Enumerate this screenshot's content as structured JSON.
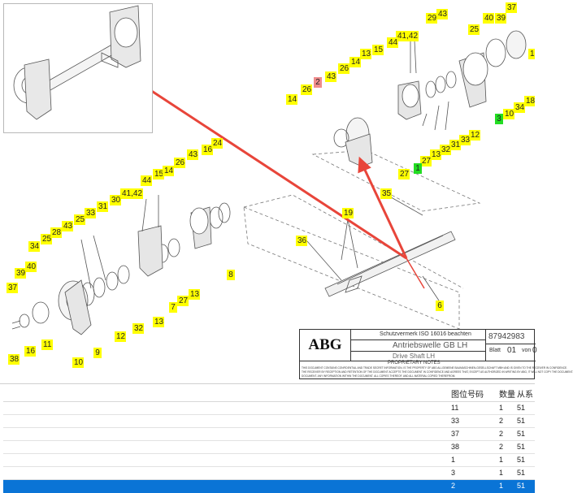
{
  "inset": {},
  "callouts": [
    {
      "id": "c-37-top",
      "label": "37",
      "tone": "yellow"
    },
    {
      "id": "c-40-top",
      "label": "40",
      "tone": "yellow"
    },
    {
      "id": "c-39-top",
      "label": "39",
      "tone": "yellow"
    },
    {
      "id": "c-25-top",
      "label": "25",
      "tone": "yellow"
    },
    {
      "id": "c-29-top",
      "label": "29",
      "tone": "yellow"
    },
    {
      "id": "c-43-top",
      "label": "43",
      "tone": "yellow"
    },
    {
      "id": "c-4142-top",
      "label": "41,42",
      "tone": "yellow"
    },
    {
      "id": "c-44-top",
      "label": "44",
      "tone": "yellow"
    },
    {
      "id": "c-15-top",
      "label": "15",
      "tone": "yellow"
    },
    {
      "id": "c-13-top",
      "label": "13",
      "tone": "yellow"
    },
    {
      "id": "c-14-top",
      "label": "14",
      "tone": "yellow"
    },
    {
      "id": "c-26-top",
      "label": "26",
      "tone": "yellow"
    },
    {
      "id": "c-43b-top",
      "label": "43",
      "tone": "yellow"
    },
    {
      "id": "c-2-top",
      "label": "2",
      "tone": "red"
    },
    {
      "id": "c-26b-top",
      "label": "26",
      "tone": "yellow"
    },
    {
      "id": "c-14b-top",
      "label": "14",
      "tone": "yellow"
    },
    {
      "id": "c-3-top",
      "label": "3",
      "tone": "green"
    },
    {
      "id": "c-10-top",
      "label": "10",
      "tone": "yellow"
    },
    {
      "id": "c-34-top",
      "label": "34",
      "tone": "yellow"
    },
    {
      "id": "c-18-top",
      "label": "18",
      "tone": "yellow"
    },
    {
      "id": "c-1-top",
      "label": "1",
      "tone": "yellow"
    },
    {
      "id": "c-12-top",
      "label": "12",
      "tone": "yellow"
    },
    {
      "id": "c-33-top",
      "label": "33",
      "tone": "yellow"
    },
    {
      "id": "c-31-top",
      "label": "31",
      "tone": "yellow"
    },
    {
      "id": "c-32-top",
      "label": "32",
      "tone": "yellow"
    },
    {
      "id": "c-13b-top",
      "label": "13",
      "tone": "yellow"
    },
    {
      "id": "c-27-top",
      "label": "27",
      "tone": "yellow"
    },
    {
      "id": "c-1b-top",
      "label": "1",
      "tone": "green"
    },
    {
      "id": "c-27b-top",
      "label": "27",
      "tone": "yellow"
    },
    {
      "id": "c-24-left",
      "label": "24",
      "tone": "yellow"
    },
    {
      "id": "c-16-left",
      "label": "16",
      "tone": "yellow"
    },
    {
      "id": "c-43-left",
      "label": "43",
      "tone": "yellow"
    },
    {
      "id": "c-26-left",
      "label": "26",
      "tone": "yellow"
    },
    {
      "id": "c-15-left",
      "label": "15",
      "tone": "yellow"
    },
    {
      "id": "c-14-left",
      "label": "14",
      "tone": "yellow"
    },
    {
      "id": "c-44-left",
      "label": "44",
      "tone": "yellow"
    },
    {
      "id": "c-4142-left",
      "label": "41,42",
      "tone": "yellow"
    },
    {
      "id": "c-30-left",
      "label": "30",
      "tone": "yellow"
    },
    {
      "id": "c-31-left",
      "label": "31",
      "tone": "yellow"
    },
    {
      "id": "c-33-left",
      "label": "33",
      "tone": "yellow"
    },
    {
      "id": "c-25-left",
      "label": "25",
      "tone": "yellow"
    },
    {
      "id": "c-43b-left",
      "label": "43",
      "tone": "yellow"
    },
    {
      "id": "c-28-left",
      "label": "28",
      "tone": "yellow"
    },
    {
      "id": "c-25b-left",
      "label": "25",
      "tone": "yellow"
    },
    {
      "id": "c-34-left",
      "label": "34",
      "tone": "yellow"
    },
    {
      "id": "c-40-left",
      "label": "40",
      "tone": "yellow"
    },
    {
      "id": "c-39-left",
      "label": "39",
      "tone": "yellow"
    },
    {
      "id": "c-37-left",
      "label": "37",
      "tone": "yellow"
    },
    {
      "id": "c-8-left",
      "label": "8",
      "tone": "yellow"
    },
    {
      "id": "c-13-left",
      "label": "13",
      "tone": "yellow"
    },
    {
      "id": "c-27-left",
      "label": "27",
      "tone": "yellow"
    },
    {
      "id": "c-7-left",
      "label": "7",
      "tone": "yellow"
    },
    {
      "id": "c-13b-left",
      "label": "13",
      "tone": "yellow"
    },
    {
      "id": "c-32-left",
      "label": "32",
      "tone": "yellow"
    },
    {
      "id": "c-12-left",
      "label": "12",
      "tone": "yellow"
    },
    {
      "id": "c-9-left",
      "label": "9",
      "tone": "yellow"
    },
    {
      "id": "c-10-left",
      "label": "10",
      "tone": "yellow"
    },
    {
      "id": "c-11-left",
      "label": "11",
      "tone": "yellow"
    },
    {
      "id": "c-16b-left",
      "label": "16",
      "tone": "yellow"
    },
    {
      "id": "c-38-left",
      "label": "38",
      "tone": "yellow"
    },
    {
      "id": "c-35",
      "label": "35",
      "tone": "yellow"
    },
    {
      "id": "c-19",
      "label": "19",
      "tone": "yellow"
    },
    {
      "id": "c-36",
      "label": "36",
      "tone": "yellow"
    },
    {
      "id": "c-6",
      "label": "6",
      "tone": "yellow"
    }
  ],
  "title_block": {
    "logo": "ABG",
    "header_small": "Schutzvermerk ISO 16016 beachten",
    "title_de": "Antriebswelle GB LH",
    "title_en": "Drive Shaft LH",
    "drawing_number": "87942983",
    "sheet_label": "Blatt",
    "sheet_value": "01",
    "of_label": "von",
    "of_value": "0",
    "proprietary": "PROPRIETARY NOTES",
    "fine_print_1": "THIS DOCUMENT CONTAINS CONFIDENTIAL AND TRADE SECRET INFORMATION, IS THE PROPERTY OF ABG ALLGEMEINE BAUMASCHINEN-GESELLSCHAFT MBH AND IS GIVEN TO THE RECEIVER IN CONFIDENCE.",
    "fine_print_2": "THE RECEIVER BY RECEPTION AND RETENTION OF THE DOCUMENT ACCEPTS THE DOCUMENT IN CONFIDENCE AND AGREES THAT, EXCEPT AS AUTHORIZED IN WRITING BY ABG, IT WILL NOT COPY THE DOCUMENT.",
    "fine_print_3": "DOCUMENT, ANY INFORMATION WITHIN THE DOCUMENT, ALL COPIES THEREOF, AND ALL MATERIAL COPIED THEREFROM."
  },
  "table": {
    "headers": {
      "position": "图位号码",
      "qty": "数量",
      "from": "从系"
    },
    "rows": [
      {
        "position": "11",
        "qty": "1",
        "from": "51",
        "selected": false
      },
      {
        "position": "33",
        "qty": "2",
        "from": "51",
        "selected": false
      },
      {
        "position": "37",
        "qty": "2",
        "from": "51",
        "selected": false
      },
      {
        "position": "38",
        "qty": "2",
        "from": "51",
        "selected": false
      },
      {
        "position": "1",
        "qty": "1",
        "from": "51",
        "selected": false
      },
      {
        "position": "3",
        "qty": "1",
        "from": "51",
        "selected": false
      },
      {
        "position": "2",
        "qty": "1",
        "from": "51",
        "selected": true
      }
    ]
  }
}
